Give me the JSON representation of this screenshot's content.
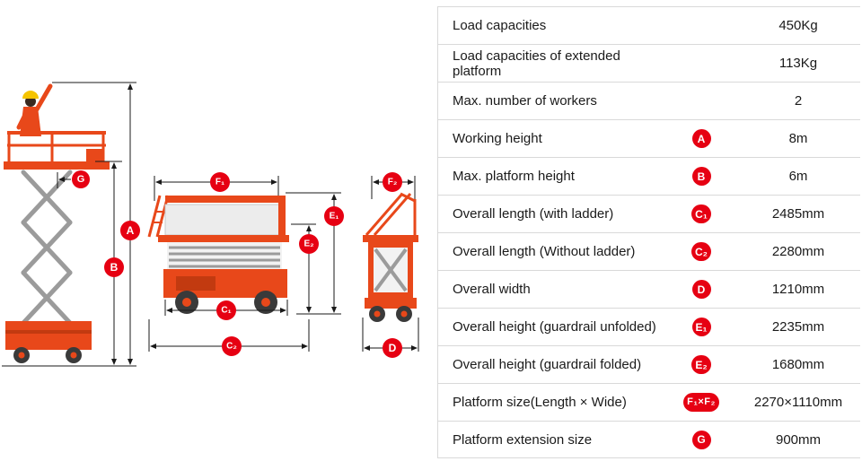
{
  "colors": {
    "lift": "#e8481a",
    "lift_dark": "#c23a10",
    "badge": "#e60012",
    "rule": "#d9d9d9"
  },
  "diagram": {
    "labels": {
      "a": "A",
      "b": "B",
      "g": "G",
      "f1": "F₁",
      "f2": "F₂",
      "e1": "E₁",
      "e2": "E₂",
      "c1": "C₁",
      "c2": "C₂",
      "d": "D"
    }
  },
  "table": {
    "rows": [
      {
        "label": "Load capacities",
        "badge": "",
        "value": "450Kg"
      },
      {
        "label": "Load capacities of extended platform",
        "badge": "",
        "value": "113Kg"
      },
      {
        "label": "Max. number of workers",
        "badge": "",
        "value": "2"
      },
      {
        "label": "Working height",
        "badge": "A",
        "value": "8m"
      },
      {
        "label": "Max. platform height",
        "badge": "B",
        "value": "6m"
      },
      {
        "label": "Overall length (with ladder)",
        "badge": "C₁",
        "value": "2485mm"
      },
      {
        "label": "Overall length (Without ladder)",
        "badge": "C₂",
        "value": "2280mm"
      },
      {
        "label": "Overall width",
        "badge": "D",
        "value": "1210mm"
      },
      {
        "label": "Overall height (guardrail unfolded)",
        "badge": "E₁",
        "value": "2235mm"
      },
      {
        "label": "Overall height (guardrail folded)",
        "badge": "E₂",
        "value": "1680mm"
      },
      {
        "label": "Platform size(Length × Wide)",
        "badge": "F₁×F₂",
        "value": "2270×1110mm"
      },
      {
        "label": "Platform extension size",
        "badge": "G",
        "value": "900mm"
      }
    ]
  }
}
